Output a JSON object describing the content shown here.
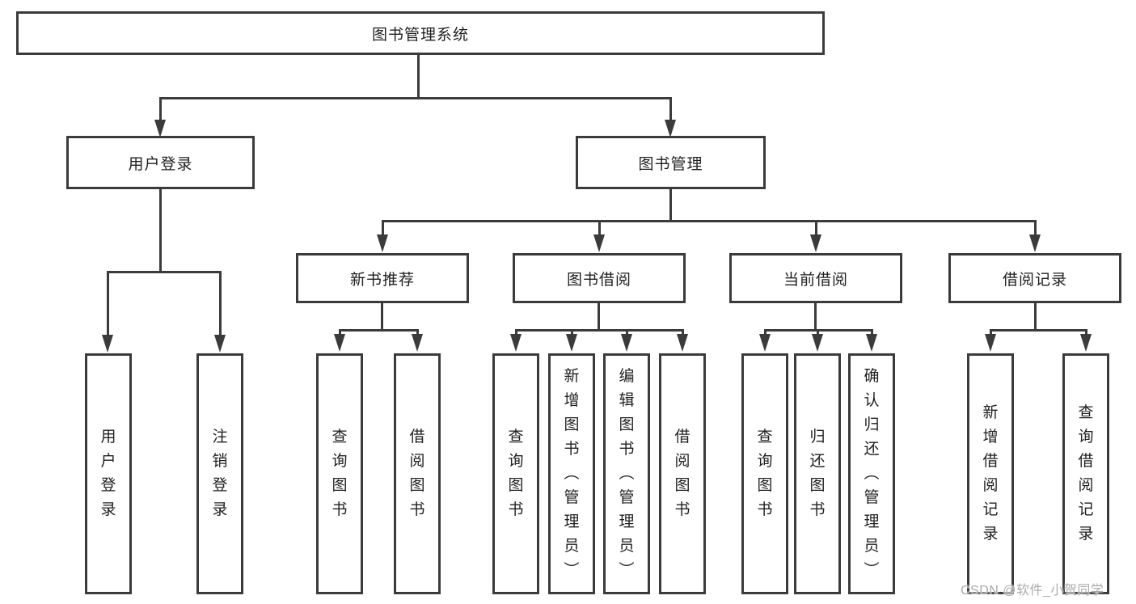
{
  "watermark": "CSDN @软件_小贺同学",
  "colors": {
    "line": "#3b3b3b",
    "text": "#1f1f1f",
    "watermark": "#ababab"
  },
  "tree": {
    "label": "图书管理系统",
    "children": [
      {
        "label": "用户登录",
        "children": [
          {
            "label": "用户登录"
          },
          {
            "label": "注销登录"
          }
        ]
      },
      {
        "label": "图书管理",
        "children": [
          {
            "label": "新书推荐",
            "children": [
              {
                "label": "查询图书"
              },
              {
                "label": "借阅图书"
              }
            ]
          },
          {
            "label": "图书借阅",
            "children": [
              {
                "label": "查询图书"
              },
              {
                "label": "新增图书（管理员）"
              },
              {
                "label": "编辑图书（管理员）"
              },
              {
                "label": "借阅图书"
              }
            ]
          },
          {
            "label": "当前借阅",
            "children": [
              {
                "label": "查询图书"
              },
              {
                "label": "归还图书"
              },
              {
                "label": "确认归还（管理员）"
              }
            ]
          },
          {
            "label": "借阅记录",
            "children": [
              {
                "label": "新增借阅记录"
              },
              {
                "label": "查询借阅记录"
              }
            ]
          }
        ]
      }
    ]
  }
}
